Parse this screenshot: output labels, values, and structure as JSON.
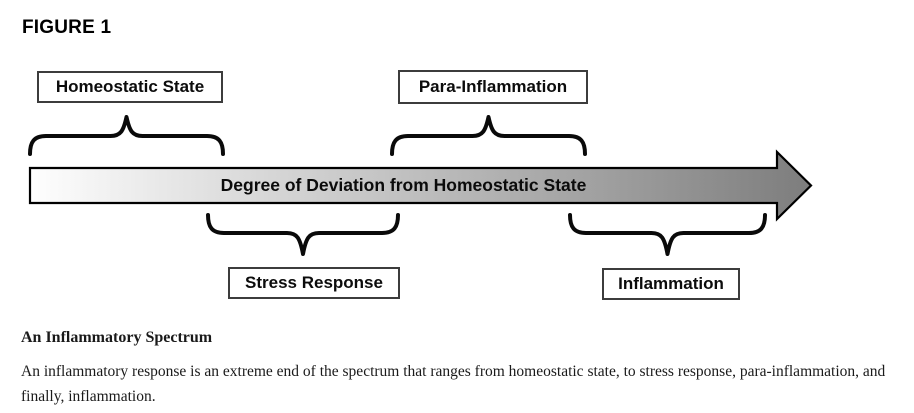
{
  "figure": {
    "label": "FIGURE 1"
  },
  "diagram": {
    "top_boxes": [
      {
        "label": "Homeostatic State"
      },
      {
        "label": "Para-Inflammation"
      }
    ],
    "arrow_label": "Degree of Deviation from Homeostatic State",
    "bottom_boxes": [
      {
        "label": "Stress Response"
      },
      {
        "label": "Inflammation"
      }
    ],
    "colors": {
      "arrow_gradient_start": "#fefefe",
      "arrow_gradient_end": "#7d7d7d",
      "arrow_outline": "#000000",
      "box_border": "#3c3c3c",
      "brace": "#0a0a0a"
    }
  },
  "caption": {
    "title": "An Inflammatory Spectrum",
    "body": "An inflammatory response is an extreme end of the spectrum that ranges from homeostatic state, to stress response, para-inflammation, and finally, inflammation."
  }
}
